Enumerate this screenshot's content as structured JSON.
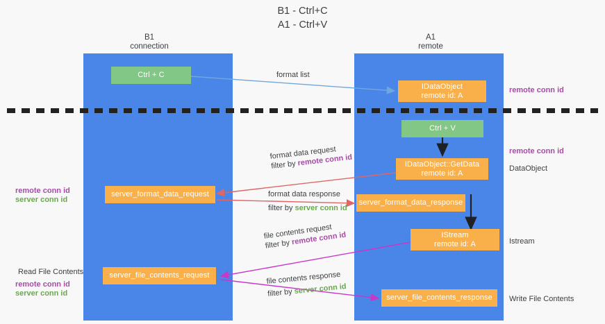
{
  "title": {
    "line1": "B1 - Ctrl+C",
    "line2": "A1 - Ctrl+V"
  },
  "columns": [
    {
      "name": "B1",
      "sub": "connection"
    },
    {
      "name": "A1",
      "sub": "remote"
    }
  ],
  "colors": {
    "lane": "#4a86e8",
    "node_orange": "#fab04a",
    "node_green": "#82c785",
    "accent_purple": "#a64ca6",
    "accent_green": "#6aa84f",
    "arrow_blue": "#6fa8dc",
    "arrow_red": "#e06666",
    "arrow_magenta": "#c838c8",
    "arrow_black": "#202124",
    "text": "#3c4043",
    "background": "#f8f8f8"
  },
  "nodes": {
    "ctrl_c": {
      "line1": "Ctrl + C"
    },
    "idataobject": {
      "line1": "IDataObject",
      "line2": "remote id: A"
    },
    "ctrl_v": {
      "line1": "Ctrl + V"
    },
    "getdata": {
      "line1": "IDataObject::GetData",
      "line2": "remote id: A"
    },
    "format_request": {
      "line1": "server_format_data_request"
    },
    "format_response": {
      "line1": "server_format_data_response"
    },
    "istream": {
      "line1": "IStream",
      "line2": "remote id: A"
    },
    "file_request": {
      "line1": "server_file_contents_request"
    },
    "file_response": {
      "line1": "server_file_contents_response"
    }
  },
  "edge_labels": {
    "format_list": "format list",
    "format_data_request": {
      "line1": "format data request",
      "line2_prefix": "filter by ",
      "line2_key": "remote conn id"
    },
    "format_data_response": {
      "line1": "format data response",
      "line2_prefix": "filter by ",
      "line2_key": "server conn id"
    },
    "file_contents_request": {
      "line1": "file contents request",
      "line2_prefix": "filter by ",
      "line2_key": "remote conn id"
    },
    "file_contents_response": {
      "line1": "file contents response",
      "line2_prefix": "filter by ",
      "line2_key": "server conn id"
    }
  },
  "right_labels": {
    "remote_conn_id_top": "remote conn id",
    "remote_conn_id_mid": "remote conn id",
    "dataobject": "DataObject",
    "istream": "Istream",
    "write_file_contents": "Write File Contents"
  },
  "left_labels": {
    "remote_conn_id_mid": "remote conn id",
    "server_conn_id_mid": "server conn id",
    "read_file_contents": "Read File Contents",
    "remote_conn_id_bot": "remote conn id",
    "server_conn_id_bot": "server conn id"
  }
}
